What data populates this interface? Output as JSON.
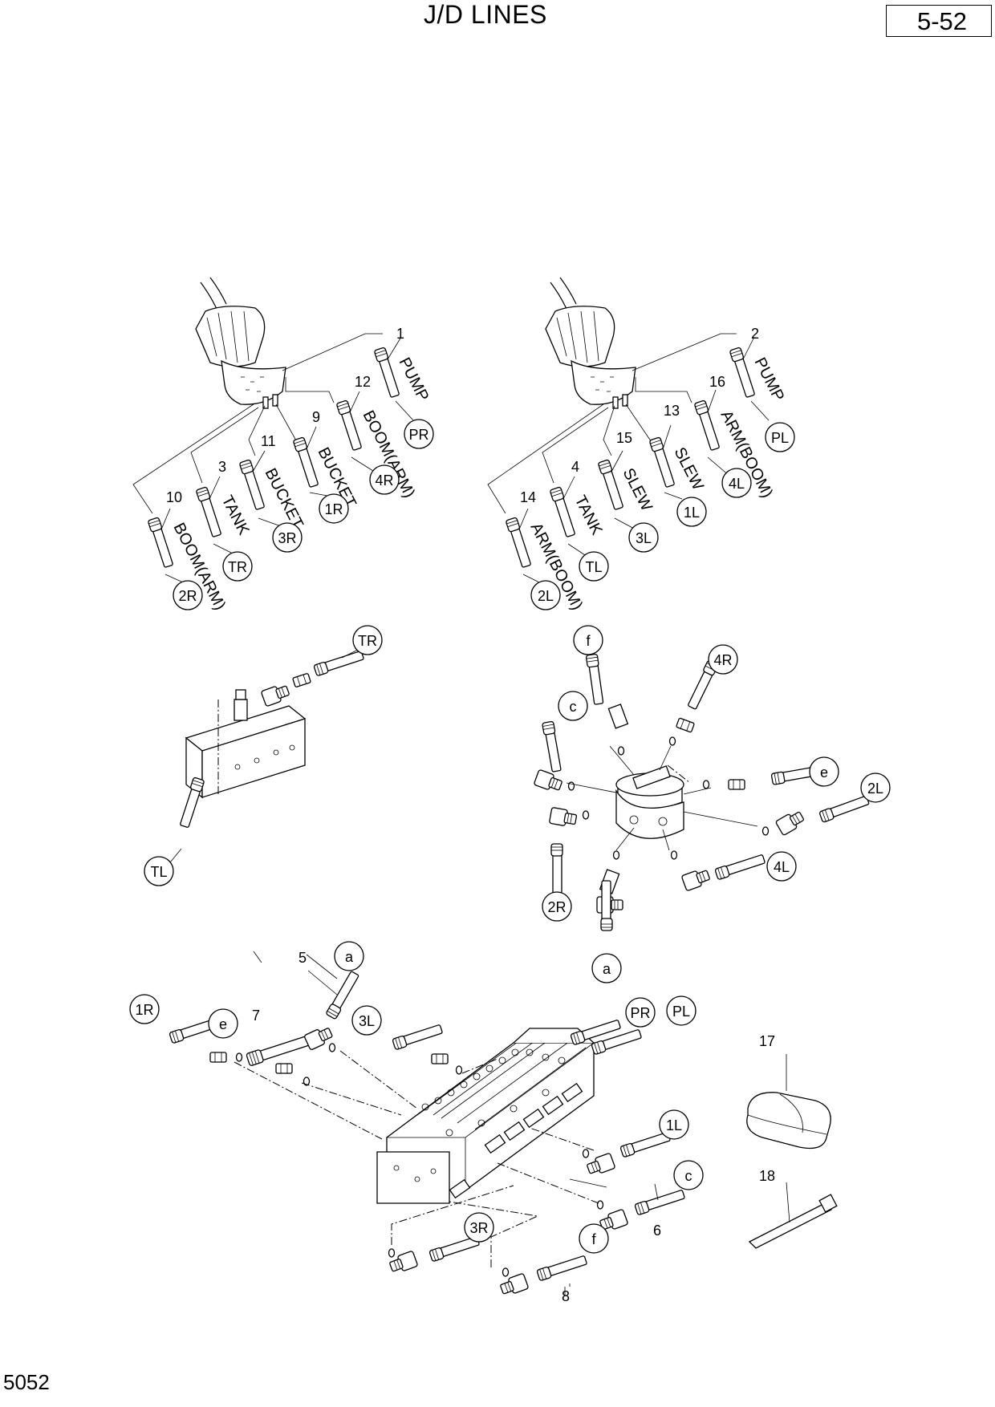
{
  "header": {
    "title": "J/D LINES",
    "page_number": "5-52"
  },
  "footer": {
    "doc_code": "5052"
  },
  "part_numbers": [
    "1",
    "2",
    "3",
    "4",
    "5",
    "6",
    "7",
    "8",
    "9",
    "10",
    "11",
    "12",
    "13",
    "14",
    "15",
    "16",
    "17",
    "18"
  ],
  "callouts": {
    "PR": "PR",
    "PL": "PL",
    "TR": "TR",
    "TL": "TL",
    "r1": "1R",
    "r2": "2R",
    "r3": "3R",
    "r4": "4R",
    "l1": "1L",
    "l2": "2L",
    "l3": "3L",
    "l4": "4L",
    "a": "a",
    "c": "c",
    "e": "e",
    "f": "f"
  },
  "line_labels": {
    "pump": "PUMP",
    "tank": "TANK",
    "bucket": "BUCKET",
    "slew": "SLEW",
    "boom_arm": "BOOM(ARM)",
    "arm_boom": "ARM(BOOM)"
  }
}
